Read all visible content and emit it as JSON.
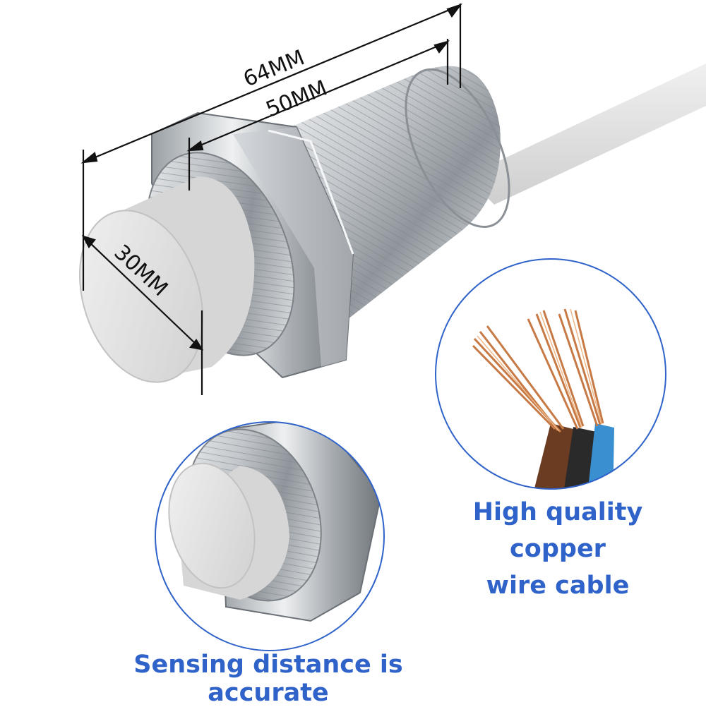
{
  "dimensions": {
    "overall_length": "64MM",
    "thread_length": "50MM",
    "diameter": "30MM"
  },
  "captions": {
    "copper_line1": "High quality copper",
    "copper_line2": "wire cable",
    "sensing": "Sensing distance is accurate"
  },
  "colors": {
    "caption_blue": "#2f63c9",
    "circle_border": "#2f63c9",
    "metal": "#b9bdc2",
    "cap_white": "#e4e4e4",
    "cable": "#e3e3e3"
  },
  "wire_colors": [
    "brown",
    "black",
    "blue"
  ]
}
